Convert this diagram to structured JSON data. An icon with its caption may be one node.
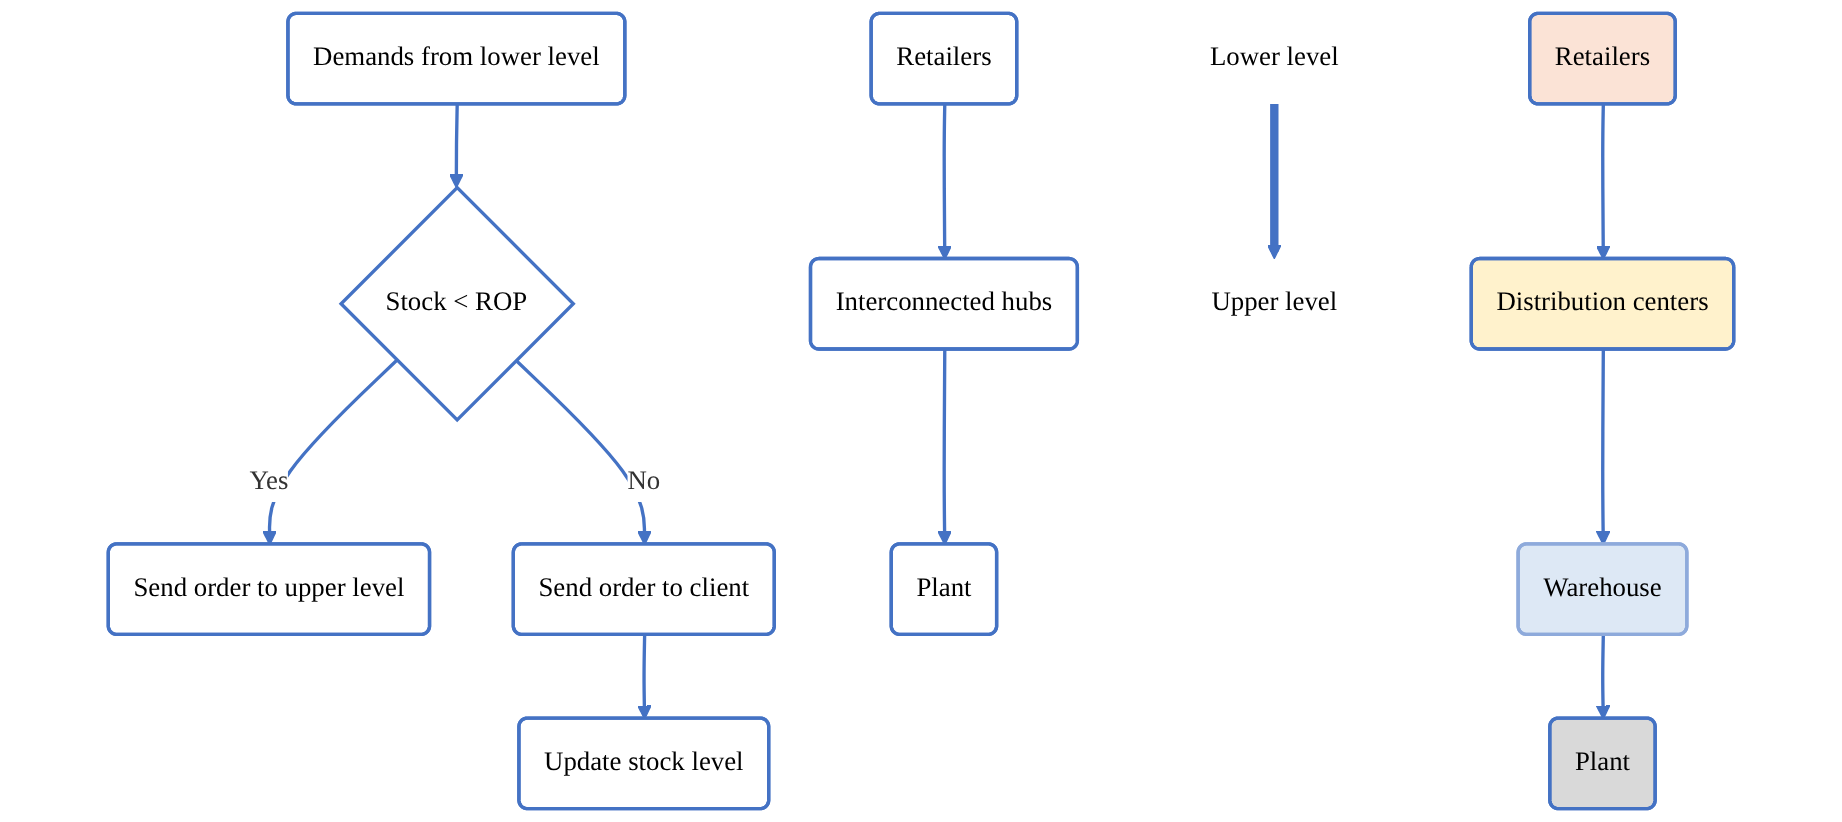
{
  "diagram": {
    "nodes": [
      {
        "text": [
          "Demands from lower level"
        ]
      },
      {
        "text": [
          "Stock < ROP"
        ]
      },
      {
        "text": [
          "Send order to upper level"
        ]
      },
      {
        "text": [
          "Send order to client"
        ]
      },
      {
        "text": [
          "Update stock level"
        ]
      },
      {
        "text": [
          "Plant"
        ]
      },
      {
        "text": [
          "Interconnected hubs"
        ]
      },
      {
        "text": [
          "Retailers"
        ]
      },
      {
        "text": [
          "Upper level"
        ]
      },
      {
        "text": [
          "Lower level"
        ]
      },
      {
        "text": [
          "Plant"
        ]
      },
      {
        "text": [
          "Warehouse"
        ]
      },
      {
        "text": [
          "Distribution centers"
        ]
      },
      {
        "text": [
          "Retailers"
        ]
      }
    ],
    "edges": [
      {
        "from": 0,
        "to": 1,
        "arrow": "to"
      },
      {
        "from": 1,
        "to": 2,
        "arrow": "to",
        "label": "Yes"
      },
      {
        "from": 1,
        "to": 3,
        "arrow": "to",
        "label": "No"
      },
      {
        "from": 3,
        "to": 4,
        "arrow": "to"
      },
      {
        "from": 7,
        "to": 6,
        "arrow": "to"
      },
      {
        "from": 6,
        "to": 5,
        "arrow": "to"
      },
      {
        "from": 9,
        "to": 8,
        "arrow": "to",
        "style": "thick"
      },
      {
        "from": 13,
        "to": 12,
        "arrow": "to"
      },
      {
        "from": 12,
        "to": 11,
        "arrow": "to"
      },
      {
        "from": 11,
        "to": 10,
        "arrow": "to"
      }
    ]
  }
}
